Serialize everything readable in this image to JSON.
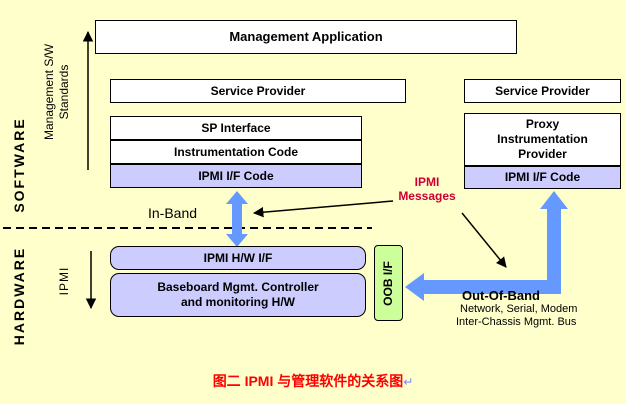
{
  "colors": {
    "background": "#FFFFCC",
    "box_white": "#FFFFFF",
    "box_lavender": "#CCCCFF",
    "box_green": "#CCFF99",
    "arrow_blue": "#6699FF",
    "messages_red": "#CC0033",
    "caption_red": "#FF0000"
  },
  "left_rail": {
    "software": "SOFTWARE",
    "hardware": "HARDWARE",
    "mgmt_standards_line1": "Management S/W",
    "mgmt_standards_line2": "Standards",
    "ipmi": "IPMI"
  },
  "software_stack": {
    "management_application": "Management Application",
    "service_provider": "Service Provider",
    "sp_interface": "SP Interface",
    "instrumentation_code": "Instrumentation Code",
    "ipmi_if_code": "IPMI I/F Code"
  },
  "proxy_stack": {
    "service_provider": "Service Provider",
    "proxy_line1": "Proxy",
    "proxy_line2": "Instrumentation",
    "proxy_line3": "Provider",
    "ipmi_if_code": "IPMI I/F Code"
  },
  "hardware_stack": {
    "ipmi_hw_if": "IPMI H/W I/F",
    "baseboard_line1": "Baseboard Mgmt. Controller",
    "baseboard_line2": "and monitoring H/W",
    "oob_if": "OOB I/F"
  },
  "annotations": {
    "in_band": "In-Band",
    "ipmi_messages_line1": "IPMI",
    "ipmi_messages_line2": "Messages",
    "out_of_band": "Out-Of-Band",
    "oob_detail_line1": "Network, Serial, Modem",
    "oob_detail_line2": "Inter-Chassis Mgmt. Bus"
  },
  "caption": {
    "text": "图二  IPMI 与管理软件的关系图",
    "mark": "↵"
  }
}
